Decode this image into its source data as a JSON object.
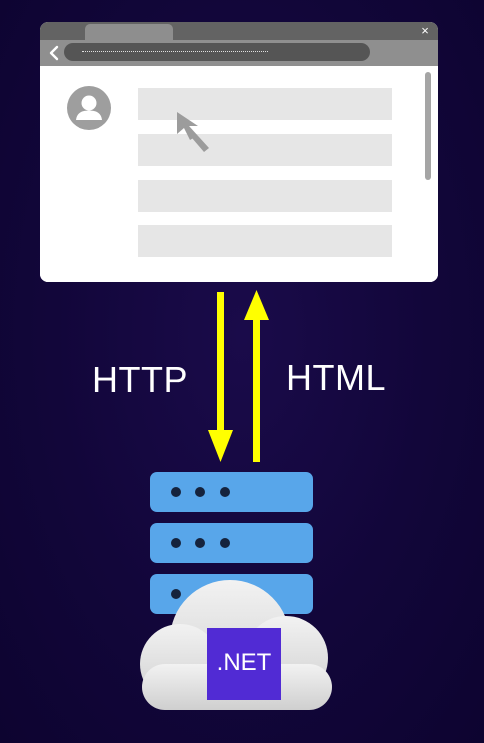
{
  "browser": {
    "close_glyph": "×",
    "back_icon": "chevron-left-icon",
    "avatar_icon": "user-avatar-icon",
    "cursor_icon": "mouse-pointer-icon",
    "row_count": 4
  },
  "arrows": {
    "request_label": "HTTP",
    "response_label": "HTML",
    "color": "#ffff00"
  },
  "server": {
    "icon": "server-rack-icon",
    "unit_color": "#58a6ea"
  },
  "cloud": {
    "icon": "cloud-icon",
    "logo_text": ".NET",
    "logo_color": "#512bd4"
  }
}
